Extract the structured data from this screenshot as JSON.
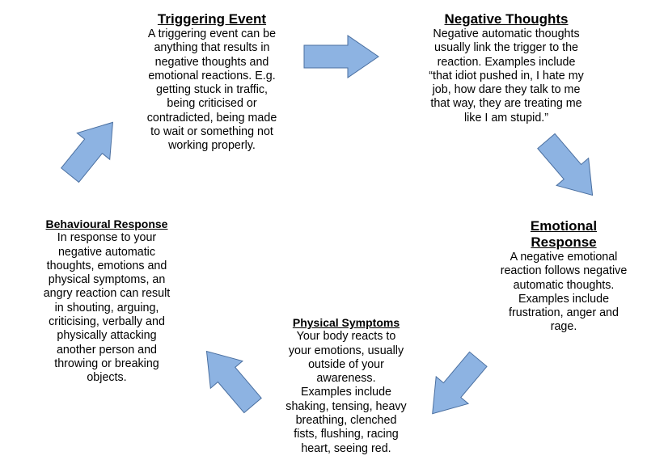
{
  "colors": {
    "arrow_fill": "#8db3e2",
    "arrow_stroke": "#4a6fa0"
  },
  "blocks": [
    {
      "id": "triggering-event",
      "title": [
        "Triggering Event"
      ],
      "lines": [
        "A triggering event can be",
        "anything that results in",
        "negative thoughts and",
        "emotional reactions. E.g.",
        "getting stuck in traffic,",
        "being criticised or",
        "contradicted, being made",
        "to wait or something not",
        "working properly."
      ]
    },
    {
      "id": "negative-thoughts",
      "title": [
        "Negative Thoughts"
      ],
      "lines": [
        "Negative automatic thoughts",
        "usually link the trigger to the",
        "reaction. Examples include",
        "“that idiot pushed in, I hate my",
        "job, how dare they talk to me",
        "that way, they are treating me",
        "like I am stupid.”"
      ]
    },
    {
      "id": "emotional-response",
      "title": [
        "Emotional",
        "Response"
      ],
      "lines": [
        "A negative emotional",
        "reaction follows negative",
        "automatic thoughts.",
        "Examples include",
        "frustration, anger and",
        "rage."
      ]
    },
    {
      "id": "physical-symptoms",
      "title": [
        "Physical Symptoms"
      ],
      "lines": [
        "Your body reacts to",
        "your emotions, usually",
        "outside of your",
        "awareness.",
        "Examples include",
        "shaking, tensing, heavy",
        "breathing, clenched",
        "fists, flushing, racing",
        "heart, seeing red."
      ]
    },
    {
      "id": "behavioural-response",
      "title": [
        "Behavioural Response"
      ],
      "lines": [
        "In response to your",
        "negative automatic",
        "thoughts, emotions and",
        "physical symptoms, an",
        "angry reaction can result",
        "in shouting, arguing,",
        "criticising, verbally and",
        "physically attacking",
        "another person and",
        "throwing or breaking",
        "objects."
      ]
    }
  ],
  "arrows": [
    {
      "direction": "right",
      "from": "triggering-event",
      "to": "negative-thoughts"
    },
    {
      "direction": "down-right",
      "from": "negative-thoughts",
      "to": "emotional-response"
    },
    {
      "direction": "down-left",
      "from": "emotional-response",
      "to": "physical-symptoms"
    },
    {
      "direction": "up-left",
      "from": "physical-symptoms",
      "to": "behavioural-response"
    },
    {
      "direction": "up-right",
      "from": "behavioural-response",
      "to": "triggering-event"
    }
  ]
}
